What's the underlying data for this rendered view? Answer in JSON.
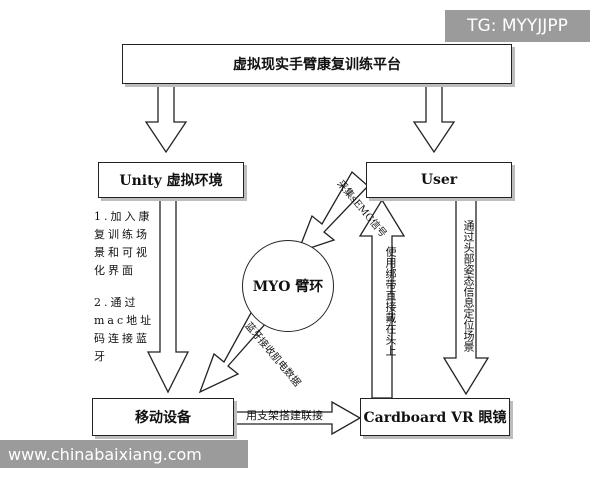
{
  "diagram": {
    "title_box": "虚拟现实手臂康复训练平台",
    "unity_box": "Unity 虚拟环境",
    "user_box": "User",
    "myo_circle": "MYO 臂环",
    "mobile_box": "移动设备",
    "cardboard_box": "Cardboard VR 眼镜",
    "steps_note": {
      "step1": "1.加入康复训练场景和可视化界面",
      "step2": "2.通过mac地址码连接蓝牙"
    },
    "edge_labels": {
      "user_to_myo": "采集sEMG信号",
      "myo_to_mobile": "蓝牙接收肌电数据",
      "mobile_to_cardboard": "用支架搭建联接",
      "cardboard_to_user": "使用绑带直接戴在头上",
      "user_to_cardboard": "通过头部姿态信息定位场景"
    }
  },
  "watermarks": {
    "top_right": "TG: MYYJJPP",
    "bottom_left": "www.chinabaixiang.com"
  }
}
